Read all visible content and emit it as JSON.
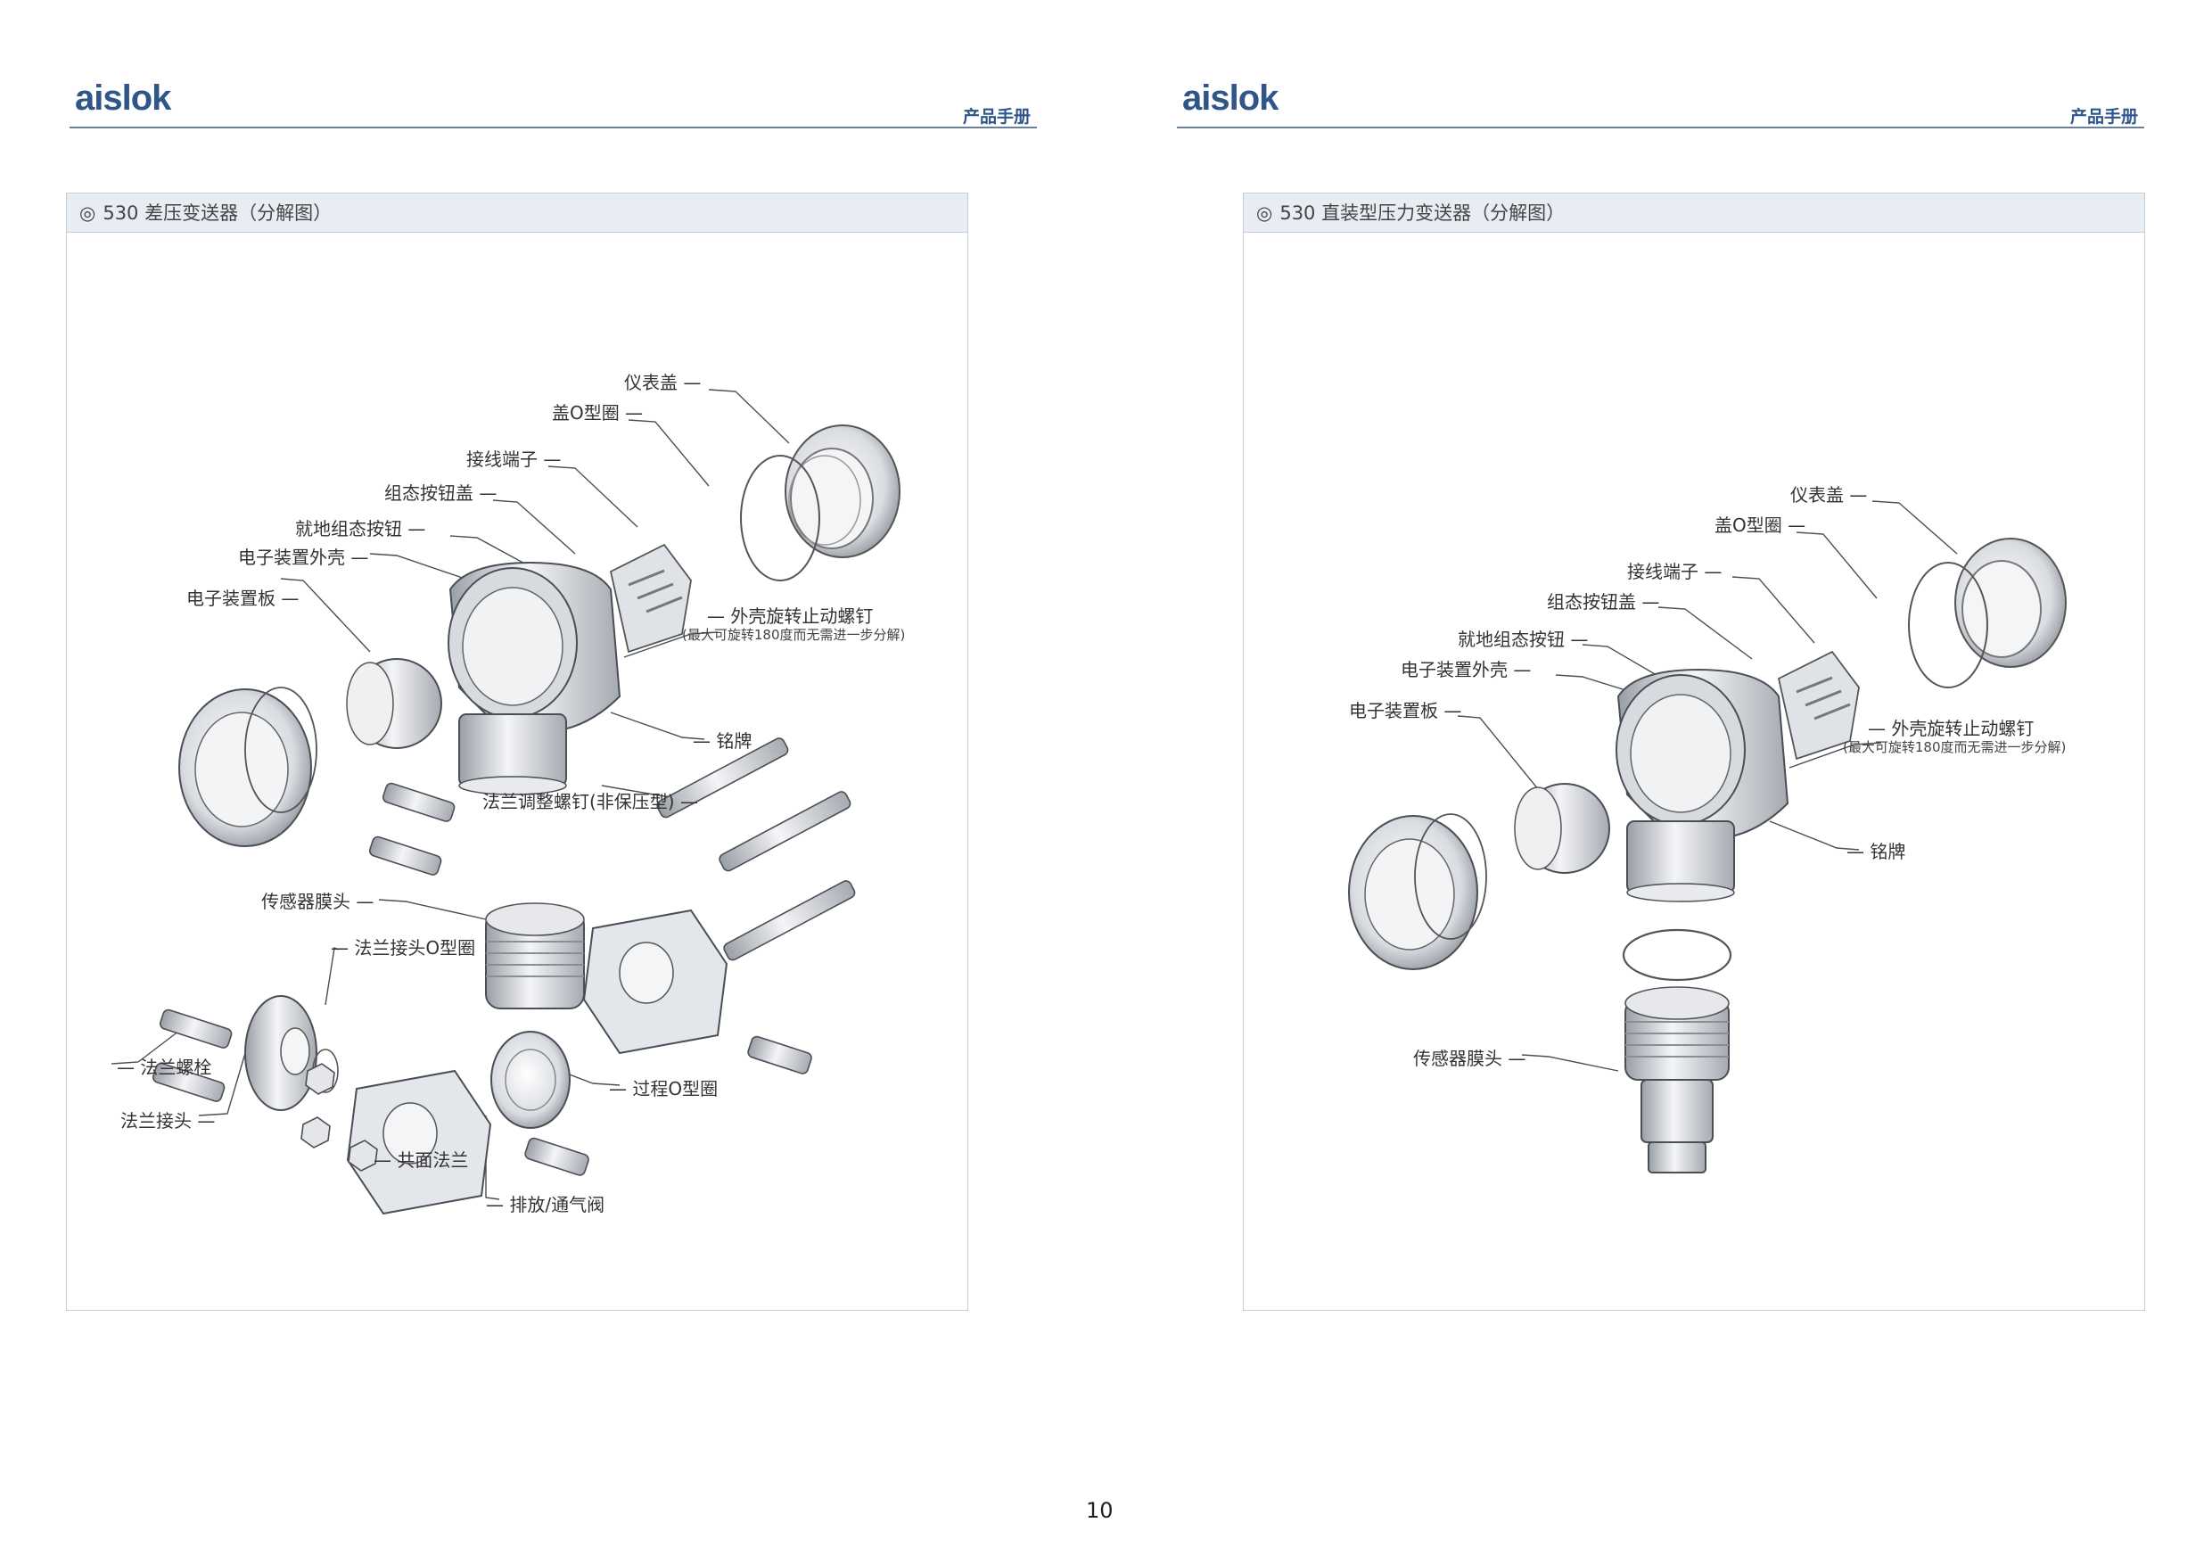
{
  "left_page": {
    "brand": "aislok",
    "manual_label": "产品手册",
    "panel": {
      "bullet": "◎",
      "title": "530 差压变送器（分解图）",
      "labels": {
        "meter_cover": "仪表盖 —",
        "cover_o_ring": "盖O型圈 —",
        "terminal": "接线端子 —",
        "config_button_cover": "组态按钮盖 —",
        "local_config_button": "就地组态按钮 —",
        "electronics_housing": "电子装置外壳 —",
        "electronics_board": "电子装置板 —",
        "housing_rotation_screw": "— 外壳旋转止动螺钉",
        "housing_rotation_note": "(最大可旋转180度而无需进一步分解)",
        "nameplate": "— 铭牌",
        "flange_adjust_screw": "法兰调整螺钉(非保压型) —",
        "sensor_module": "传感器膜头 —",
        "flange_adapter_o_ring": "— 法兰接头O型圈",
        "flange_bolt": "— 法兰螺栓",
        "process_o_ring": "— 过程O型圈",
        "flange_adapter": "法兰接头 —",
        "coplanar_flange": "— 共面法兰",
        "drain_vent_valve": "— 排放/通气阀"
      }
    }
  },
  "right_page": {
    "brand": "aislok",
    "manual_label": "产品手册",
    "panel": {
      "bullet": "◎",
      "title": "530 直装型压力变送器（分解图）",
      "labels": {
        "meter_cover": "仪表盖 —",
        "cover_o_ring": "盖O型圈 —",
        "terminal": "接线端子 —",
        "config_button_cover": "组态按钮盖 —",
        "local_config_button": "就地组态按钮 —",
        "electronics_housing": "电子装置外壳 —",
        "electronics_board": "电子装置板 —",
        "housing_rotation_screw": "— 外壳旋转止动螺钉",
        "housing_rotation_note": "(最大可旋转180度而无需进一步分解)",
        "nameplate": "— 铭牌",
        "sensor_module": "传感器膜头 —"
      }
    }
  },
  "page_number": "10",
  "colors": {
    "brand": "#2f5589",
    "title_bar": "#e8edf3",
    "panel_border": "#c9cfd8"
  }
}
